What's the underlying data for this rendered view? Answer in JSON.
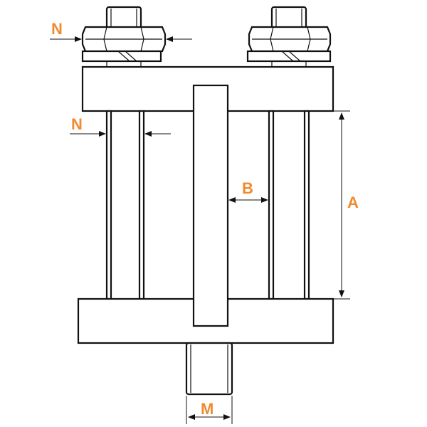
{
  "labels": {
    "n_top": "N",
    "n_mid": "N",
    "b": "B",
    "a": "A",
    "m": "M"
  },
  "colors": {
    "label": "#f08a30",
    "line": "#111111",
    "background": "#ffffff"
  }
}
